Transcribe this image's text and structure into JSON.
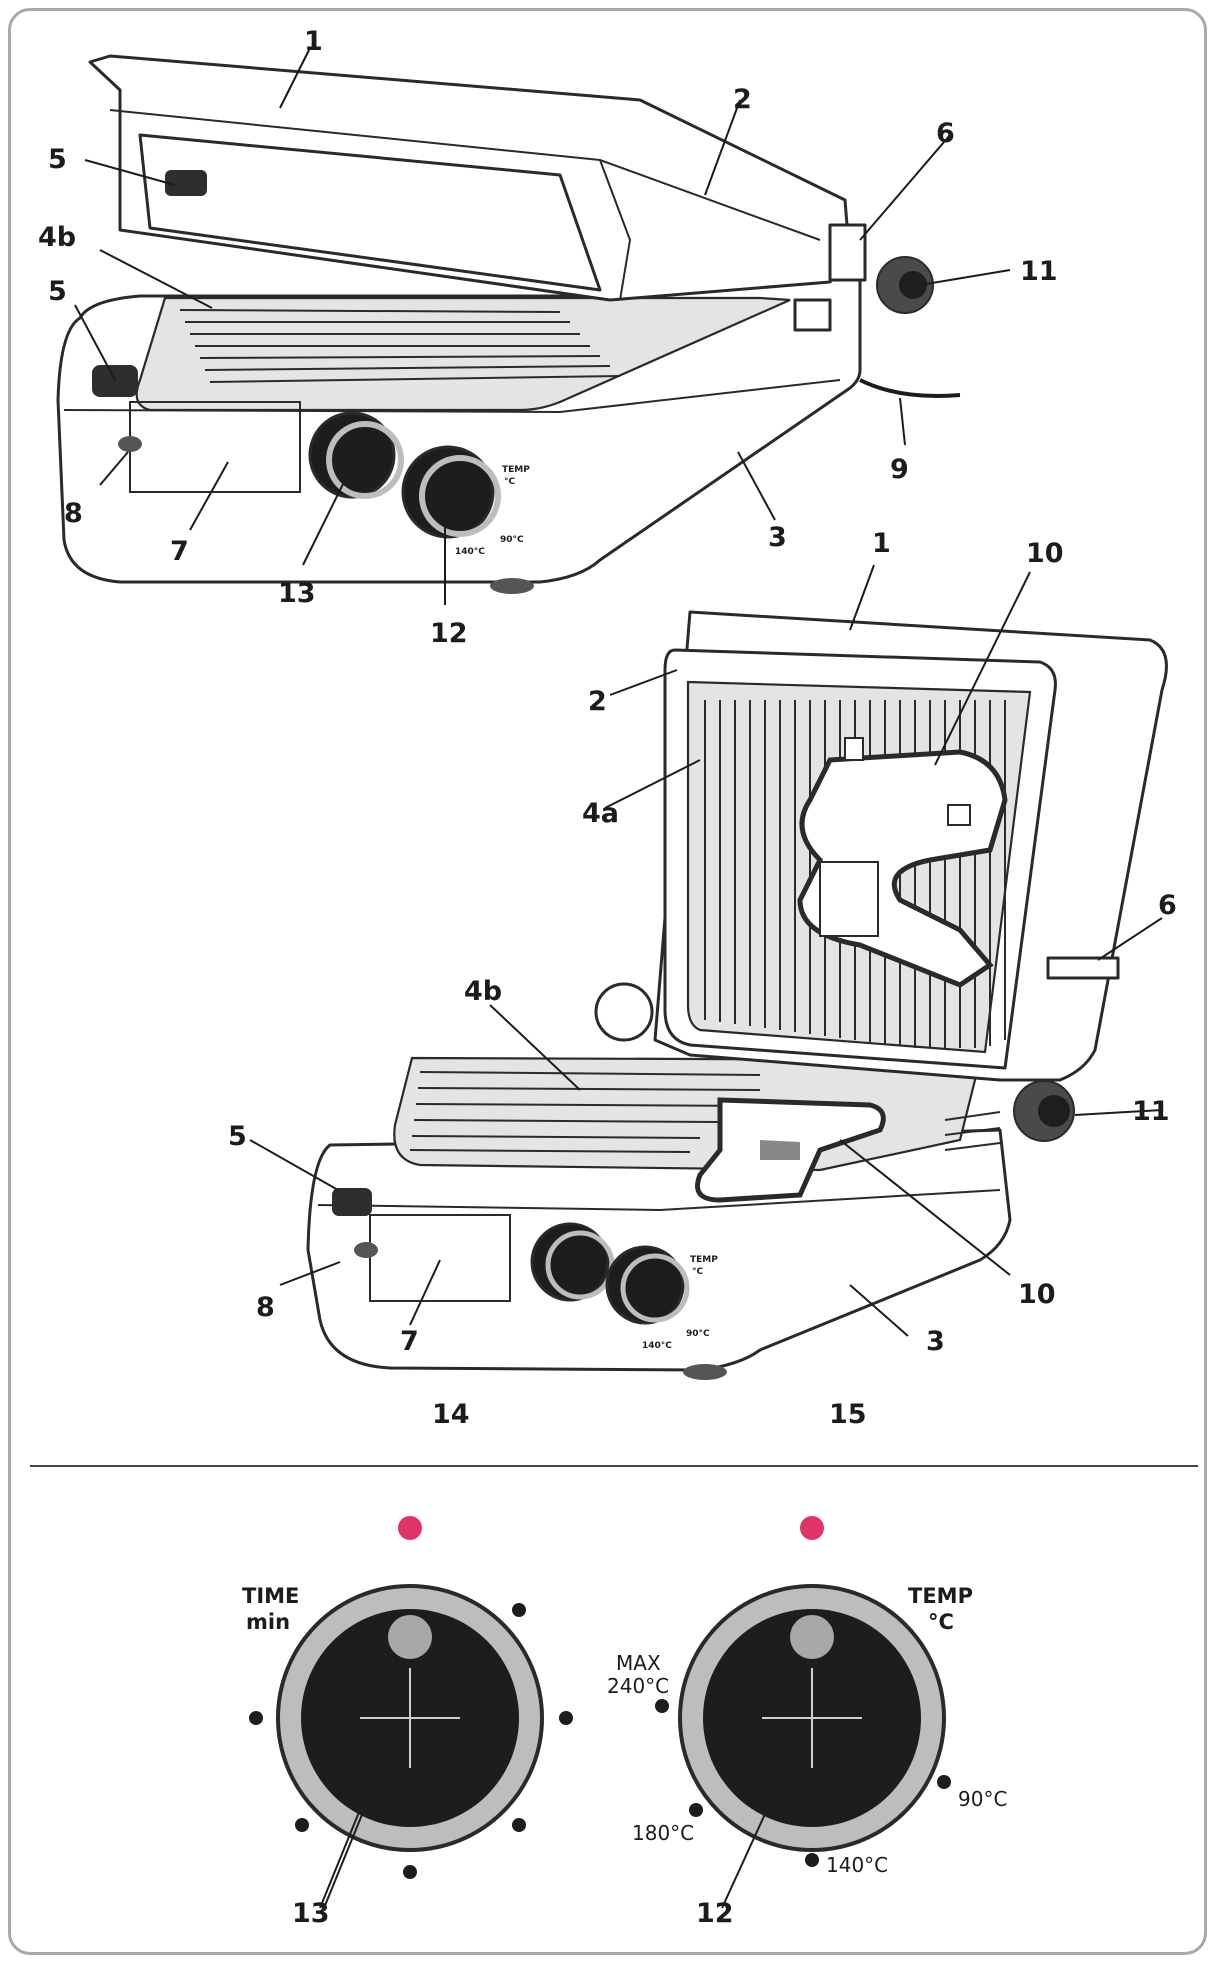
{
  "callouts": {
    "c1": "1",
    "c2": "2",
    "c3": "3",
    "c4a": "4a",
    "c4b": "4b",
    "c5": "5",
    "c6": "6",
    "c7": "7",
    "c8": "8",
    "c9": "9",
    "c10": "10",
    "c11": "11",
    "c12": "12",
    "c13": "13",
    "c14": "14",
    "c15": "15"
  },
  "knob_panel": {
    "time_title_line1": "TIME",
    "time_title_line2": "min",
    "temp_title_line1": "TEMP",
    "temp_title_line2": "°C",
    "temp_max_line1": "MAX",
    "temp_max_line2": "240°C",
    "temp_180": "180°C",
    "temp_140": "140°C",
    "temp_90": "90°C"
  },
  "small_knob_labels": {
    "temp": "TEMP",
    "unit": "°C",
    "t90": "90°C",
    "t140": "140°C"
  },
  "colors": {
    "indicator_light": "#e0336a",
    "knob_ring": "#bdbdbd",
    "knob_face": "#1d1d1d",
    "frame_border": "#a9a9a9"
  }
}
